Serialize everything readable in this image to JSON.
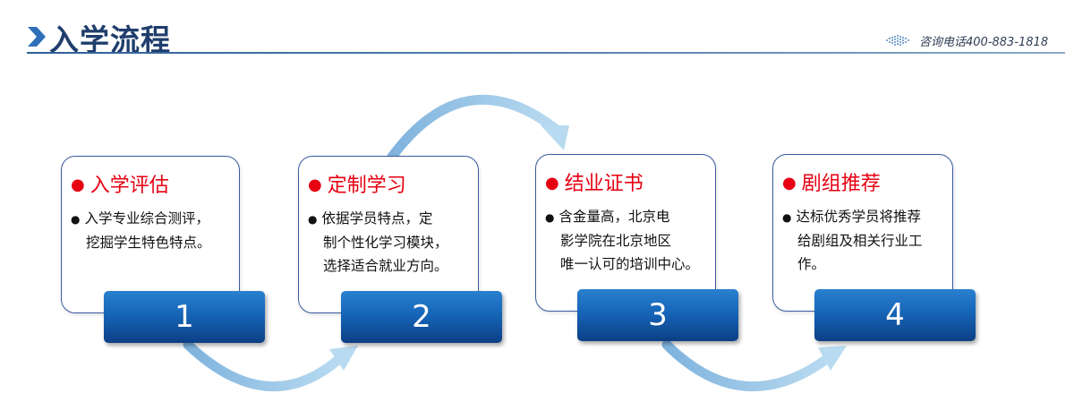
{
  "header": {
    "title": "入学流程",
    "phone": "咨询电话400-883-1818"
  },
  "colors": {
    "accent_blue": "#1f3e6d",
    "title_red": "#e60012",
    "box_blue": "#1665b8",
    "arrow_blue": "#9ccbea"
  },
  "icons": {
    "header": "chevron-right-icon",
    "phone": "phone-dots-icon"
  },
  "steps": [
    {
      "number": "1",
      "title": "入学评估",
      "lines": [
        "入学专业综合测评，",
        "挖掘学生特色特点。"
      ]
    },
    {
      "number": "2",
      "title": "定制学习",
      "lines": [
        "依据学员特点，定",
        "制个性化学习模块，",
        "选择适合就业方向。"
      ]
    },
    {
      "number": "3",
      "title": "结业证书",
      "lines": [
        "含金量高，北京电",
        "影学院在北京地区",
        "唯一认可的培训中心。"
      ]
    },
    {
      "number": "4",
      "title": "剧组推荐",
      "lines": [
        "达标优秀学员将推荐",
        "给剧组及相关行业工",
        "作。"
      ]
    }
  ]
}
